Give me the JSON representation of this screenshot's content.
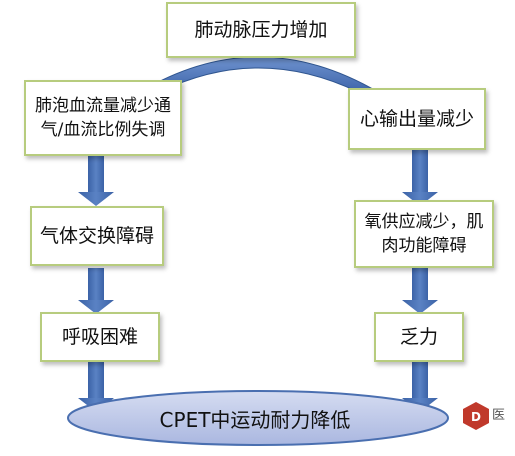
{
  "nodes": {
    "top": "肺动脉压力增加",
    "left1": "肺泡血流量减少通气/血流比例失调",
    "right1": "心输出量减少",
    "left2": "气体交换障碍",
    "right2": "氧供应减少，肌肉功能障碍",
    "left3": "呼吸困难",
    "right3": "乏力",
    "bottom": "CPET中运动耐力降低"
  },
  "watermark": "医",
  "colors": {
    "box_border": "#b7cc7e",
    "arrow_fill": "#4a74b8",
    "arrow_edge": "#2f558f",
    "ellipse_fill": "#bcc6e6",
    "ellipse_edge": "#4a6fb0",
    "logo_red": "#c0392b"
  }
}
